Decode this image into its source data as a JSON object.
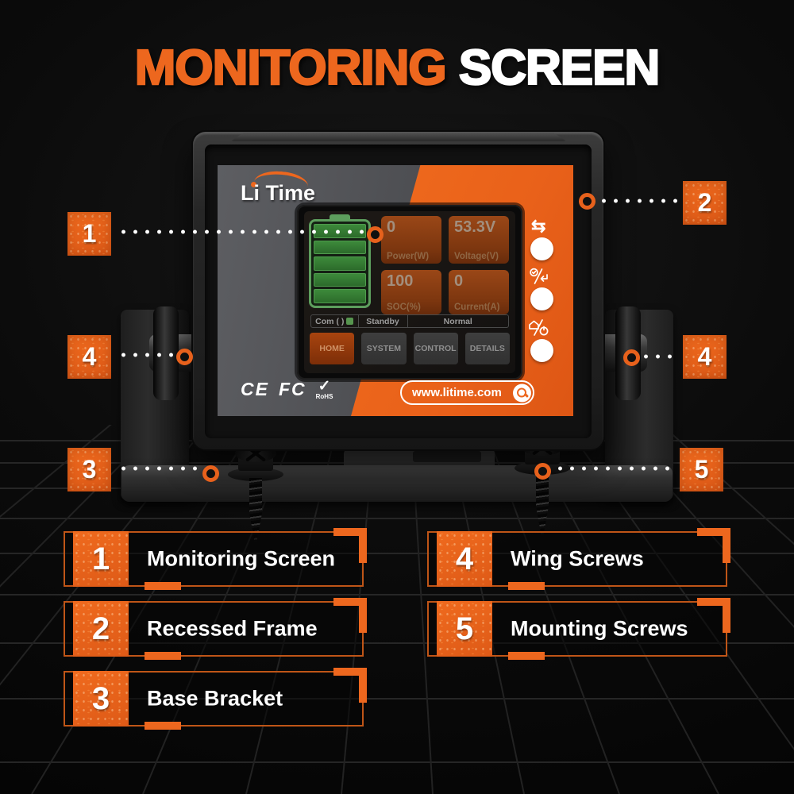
{
  "title": {
    "word1": "MONITORING",
    "word2": "SCREEN"
  },
  "device": {
    "brand": "Li Time",
    "lcd": {
      "tiles": [
        {
          "value": "0",
          "label": "Power(W)"
        },
        {
          "value": "53.3V",
          "label": "Voltage(V)"
        },
        {
          "value": "100",
          "label": "SOC(%)"
        },
        {
          "value": "0",
          "label": "Current(A)"
        }
      ],
      "status": {
        "com": "Com",
        "com_brackets": "( )",
        "standby": "Standby",
        "normal": "Normal"
      },
      "nav": [
        "HOME",
        "SYSTEM",
        "CONTROL",
        "DETAILS"
      ]
    },
    "side_buttons": [
      {
        "icon": "swap-arrows-icon",
        "glyph": "⇆"
      },
      {
        "icon": "confirm-return-icon"
      },
      {
        "icon": "home-power-icon"
      }
    ],
    "certs": {
      "ce": "CE",
      "fcc": "FC",
      "rohs_check": "✓",
      "rohs": "RoHS"
    },
    "website": "www.litime.com"
  },
  "callouts": [
    "1",
    "2",
    "3",
    "4",
    "5"
  ],
  "legend": [
    {
      "num": "1",
      "label": "Monitoring Screen"
    },
    {
      "num": "2",
      "label": "Recessed Frame"
    },
    {
      "num": "3",
      "label": "Base Bracket"
    },
    {
      "num": "4",
      "label": "Wing Screws"
    },
    {
      "num": "5",
      "label": "Mounting Screws"
    }
  ],
  "colors": {
    "accent": "#ED671E",
    "panel_gray": "#56575B",
    "battery_green": "#5D9E5D",
    "tile_brick": "#8E3F14"
  }
}
